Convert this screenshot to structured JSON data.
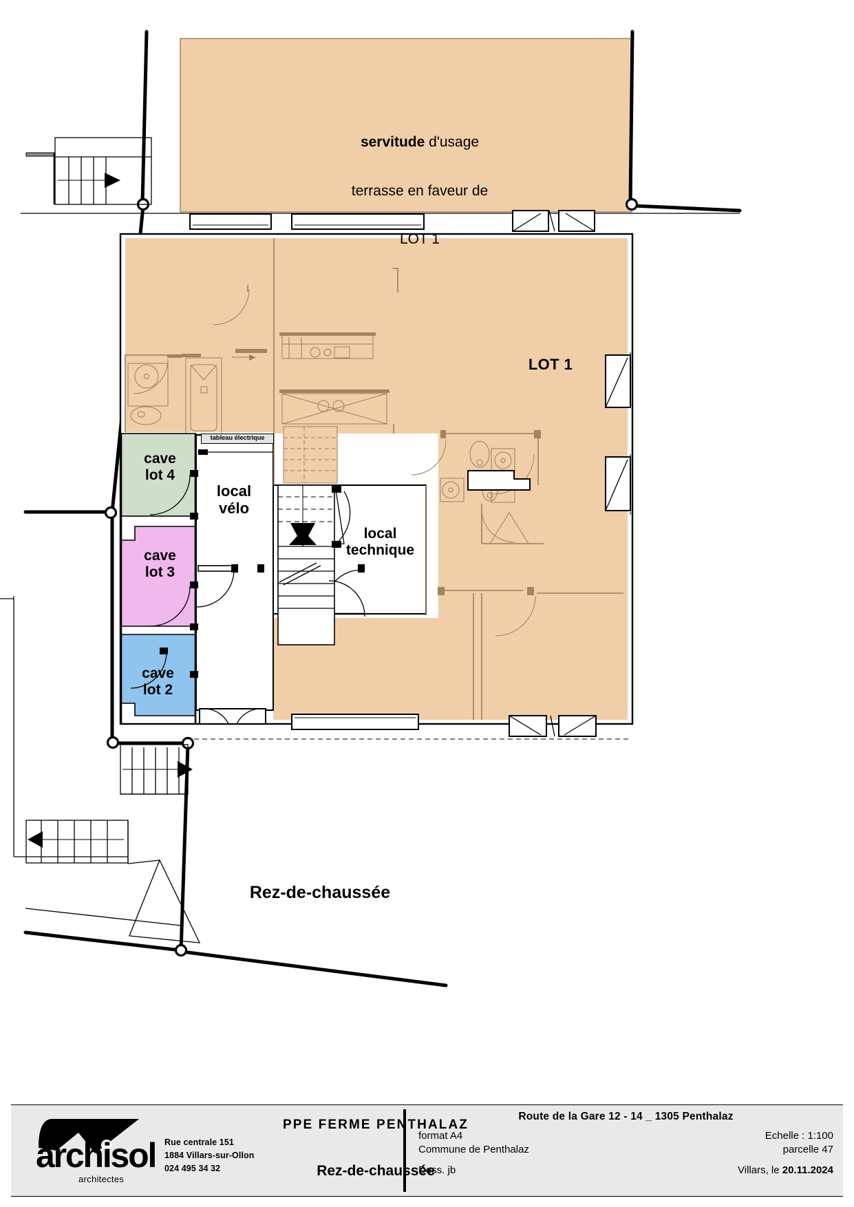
{
  "plan": {
    "floor_label": "Rez-de-chaussée",
    "servitude_note": {
      "bold": "servitude",
      "line1_rest": " d'usage",
      "line2": "terrasse en faveur de",
      "line3": "LOT 1"
    },
    "lot_label": "LOT 1",
    "rooms": [
      {
        "name": "cave-lot-4",
        "label": "cave\nlot 4",
        "color": "#cfdec9"
      },
      {
        "name": "cave-lot-3",
        "label": "cave\nlot 3",
        "color": "#f0b8ec"
      },
      {
        "name": "cave-lot-2",
        "label": "cave\nlot 2",
        "color": "#8fc4ee"
      },
      {
        "name": "local-velo",
        "label": "local\nvélo",
        "color": "#ffffff"
      },
      {
        "name": "local-technique",
        "label": "local\ntechnique",
        "color": "#ffffff"
      }
    ],
    "electrical_panel_label": "tableau électrique",
    "colors": {
      "apartment_fill": "#f0cfa8",
      "wall_line": "#9c7d5c",
      "cave4": "#cfdec9",
      "cave3": "#f0b8ec",
      "cave2": "#8fc4ee",
      "heavy_line": "#000000"
    }
  },
  "titleblock": {
    "logo_word": "archisol",
    "logo_sub": "architectes",
    "address": [
      "Rue centrale 151",
      "1884 Villars-sur-Ollon",
      "024 495 34 32"
    ],
    "project_title": "PPE FERME PENTHALAZ",
    "project_subtitle": "Rez-de-chaussée",
    "site_line": "Route de la Gare 12 - 14 _ 1305 Penthalaz",
    "format_label": "format A4",
    "scale_label": "Echelle : 1:100",
    "commune_label": "Commune de Penthalaz",
    "parcel_label": "parcelle 47",
    "drawer_label": "Dess. jb",
    "date_prefix": "Villars, le ",
    "date_value": "20.11.2024"
  }
}
